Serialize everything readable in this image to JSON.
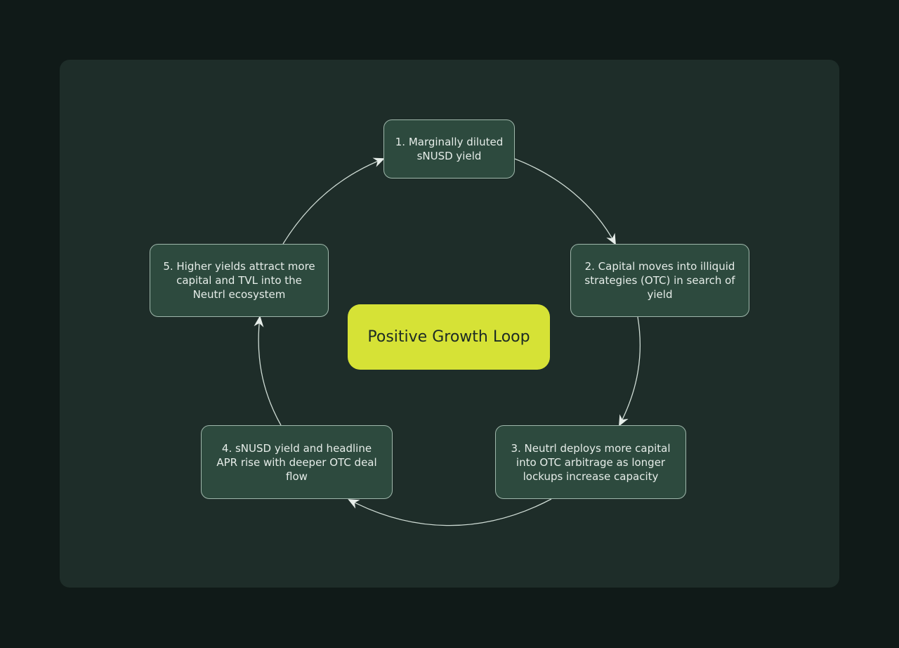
{
  "diagram": {
    "center_label": "Positive Growth Loop",
    "steps": [
      "1. Marginally diluted sNUSD yield",
      "2. Capital moves into illiquid strategies (OTC) in search of yield",
      "3. Neutrl deploys more capital into OTC arbitrage as longer lockups increase capacity",
      "4. sNUSD yield and headline APR rise with deeper OTC deal flow",
      "5. Higher yields attract more capital and TVL into the Neutrl ecosystem"
    ]
  }
}
